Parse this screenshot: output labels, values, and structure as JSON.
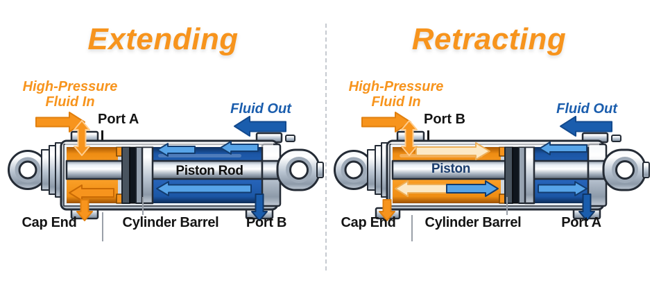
{
  "colors": {
    "accent_orange": "#F7941D",
    "dark_blue": "#1A5DAD",
    "light_blue_arrow": "#57A4E8",
    "cream_arrow": "#FCE9C6",
    "chamber_blue": "#1B56A5",
    "label_black": "#141414",
    "metal_gray": "#B9C4D1",
    "divider_gray": "#C6CAD0"
  },
  "icons": {
    "fluid_in_arrow": "right-arrow",
    "fluid_out_arrow": "left-arrow",
    "port_flow_arrow": "vertical-double-arrow",
    "drain_arrow": "down-arrow",
    "chamber_flow_arrow": "horizontal-arrow"
  },
  "panels": [
    {
      "title": "Extending",
      "fluid_in": {
        "line1": "High-Pressure",
        "line2": "Fluid In"
      },
      "top_port": "Port A",
      "fluid_out": "Fluid Out",
      "rod_label": "Piston Rod",
      "cap_end": "Cap End",
      "barrel": "Cylinder Barrel",
      "bottom_port": "Port B"
    },
    {
      "title": "Retracting",
      "fluid_in": {
        "line1": "High-Pressure",
        "line2": "Fluid In"
      },
      "top_port": "Port B",
      "fluid_out": "Fluid Out",
      "rod_label": "Piston",
      "cap_end": "Cap End",
      "barrel": "Cylinder Barrel",
      "bottom_port": "Port A"
    }
  ]
}
